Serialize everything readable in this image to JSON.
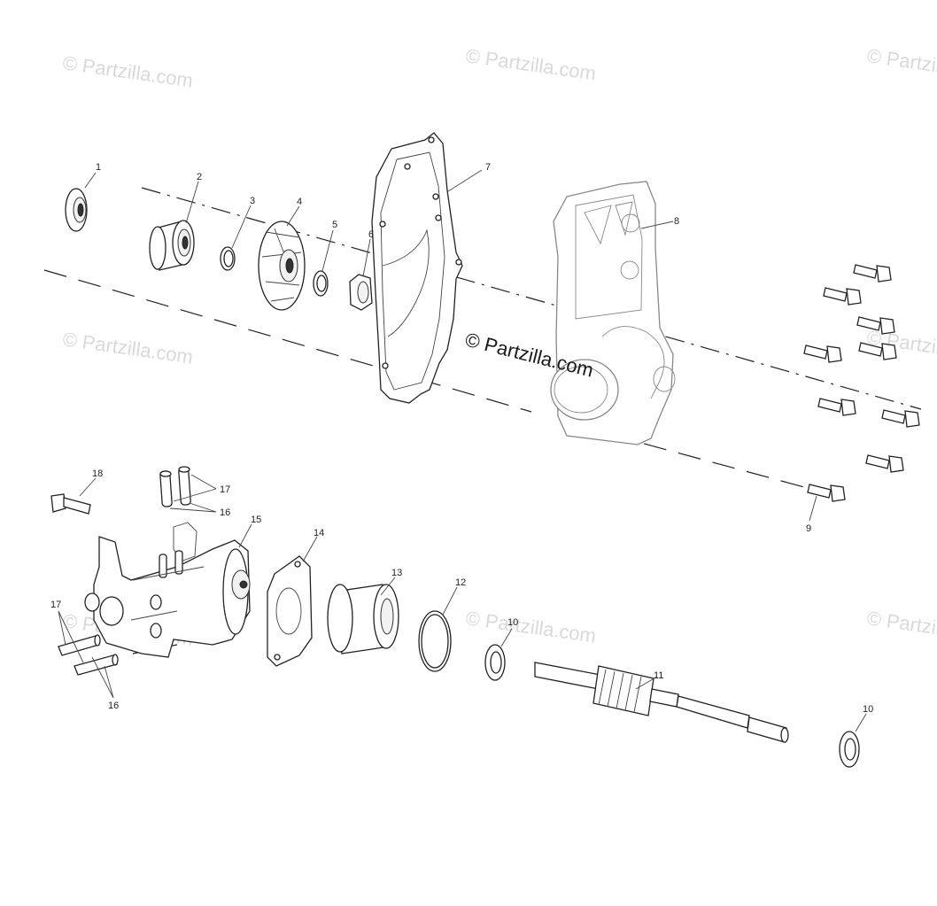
{
  "watermark": {
    "text": "© Partzilla.com"
  },
  "callouts": {
    "c1": "1",
    "c2": "2",
    "c3": "3",
    "c4": "4",
    "c5": "5",
    "c6": "6",
    "c7": "7",
    "c8": "8",
    "c9": "9",
    "c10a": "10",
    "c10b": "10",
    "c11": "11",
    "c12": "12",
    "c13": "13",
    "c14": "14",
    "c15": "15",
    "c16a": "16",
    "c16b": "16",
    "c17a": "17",
    "c17b": "17",
    "c18": "18"
  }
}
